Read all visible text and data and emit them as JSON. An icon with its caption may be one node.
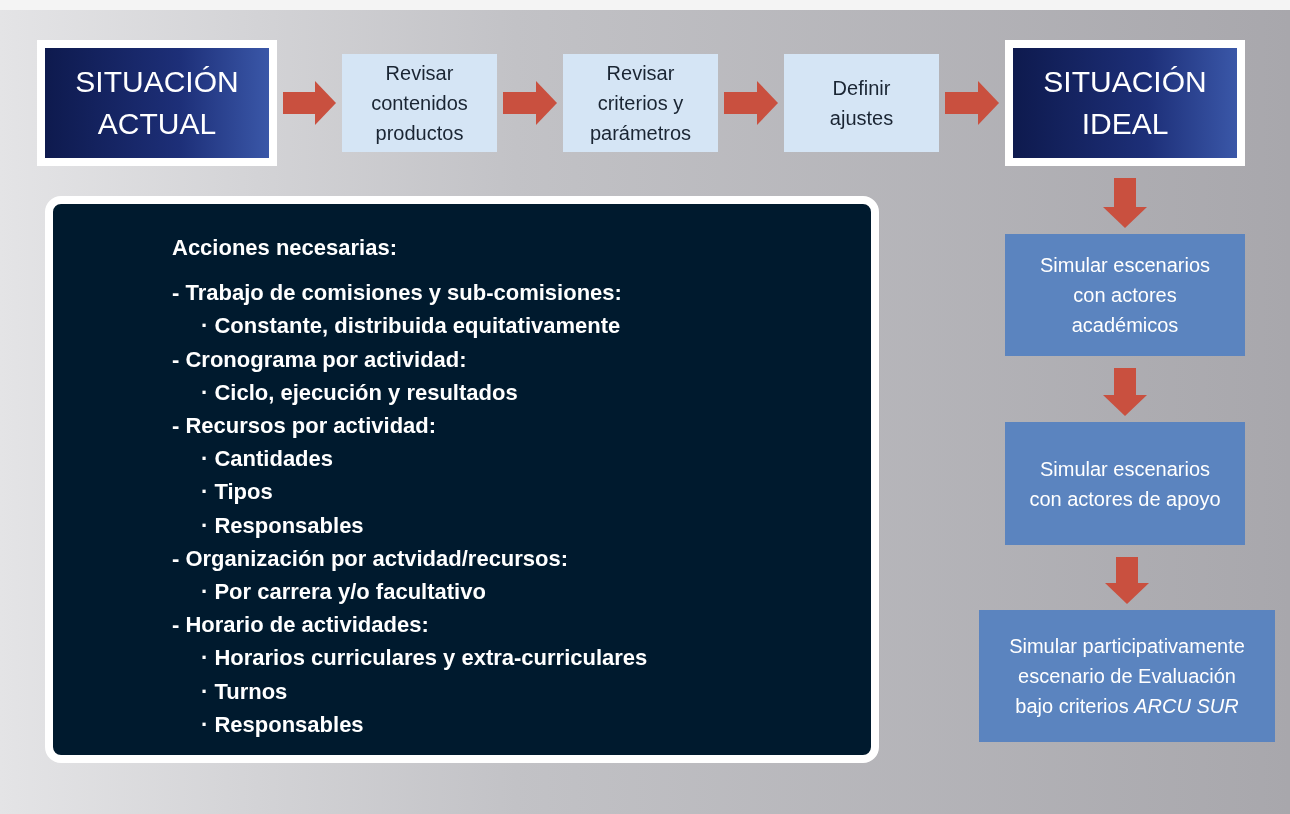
{
  "diagram": {
    "nodes": [
      {
        "text": [
          "SITUACIÓN ACTUAL"
        ]
      },
      {
        "text": [
          "Revisar contenidos productos"
        ]
      },
      {
        "text": [
          "Revisar criterios y parámetros"
        ]
      },
      {
        "text": [
          "Definir ajustes"
        ]
      },
      {
        "text": [
          "SITUACIÓN IDEAL"
        ]
      },
      {
        "text": [
          "Simular escenarios con actores académicos"
        ]
      },
      {
        "text": [
          "Simular escenarios con actores de apoyo"
        ]
      },
      {
        "text": [
          "Simular participativamente escenario de Evaluación bajo criterios *ARCU SUR*"
        ]
      },
      {
        "text": [
          "Acciones necesarias:",
          "- Trabajo de comisiones y sub-comisiones:",
          "· Constante, distribuida equitativamente",
          "- Cronograma por actividad:",
          "· Ciclo, ejecución y resultados",
          "- Recursos por actividad:",
          "· Cantidades",
          "· Tipos",
          "· Responsables",
          "- Organización por actvidad/recursos:",
          "· Por carrera y/o facultativo",
          "- Horario de actividades:",
          "· Horarios curriculares y extra-curriculares",
          "· Turnos",
          "· Responsables"
        ]
      }
    ],
    "edges": [
      {
        "from": 0,
        "to": 1,
        "arrow": "to"
      },
      {
        "from": 1,
        "to": 2,
        "arrow": "to"
      },
      {
        "from": 2,
        "to": 3,
        "arrow": "to"
      },
      {
        "from": 3,
        "to": 4,
        "arrow": "to"
      },
      {
        "from": 4,
        "to": 5,
        "arrow": "to"
      },
      {
        "from": 5,
        "to": 6,
        "arrow": "to"
      },
      {
        "from": 6,
        "to": 7,
        "arrow": "to"
      }
    ]
  }
}
